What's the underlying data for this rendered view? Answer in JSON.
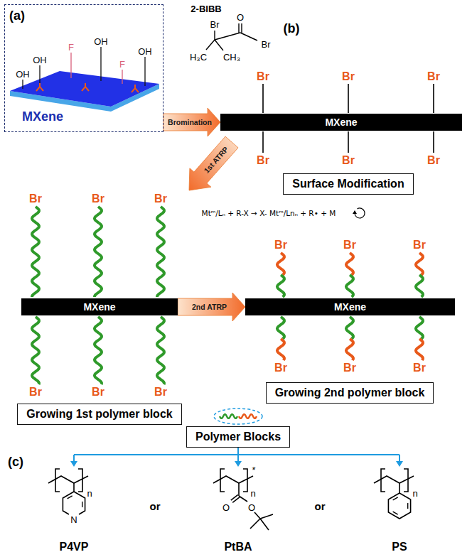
{
  "diagram": {
    "nodes": [
      {
        "text": [
          "MXene"
        ]
      },
      {
        "text": [
          "MXene"
        ]
      },
      {
        "text": [
          "Surface Modification"
        ]
      },
      {
        "text": [
          "MXene"
        ]
      },
      {
        "text": [
          "Growing 1st polymer block"
        ]
      },
      {
        "text": [
          "MXene"
        ]
      },
      {
        "text": [
          "Growing 2nd polymer block"
        ]
      },
      {
        "text": [
          "Polymer Blocks"
        ]
      }
    ],
    "edges": [
      {
        "from": 0,
        "to": 1,
        "arrow": "to",
        "label": "Bromination"
      },
      {
        "from": 3,
        "to": 5,
        "arrow": "to",
        "label": "2nd ATRP"
      }
    ],
    "labels": [
      "(a)",
      "OH",
      "F",
      "OH",
      "OH",
      "F",
      "OH",
      "2-BIBB",
      "Br",
      "O",
      "Br",
      "H₃C",
      "CH₃",
      "(b)",
      "Br",
      "Br",
      "Br",
      "Br",
      "Br",
      "Br",
      "1st ATRP",
      "Mtᵐ/Lₙ + R-X → X- Mtᵐ/Lnₙ + R• + M",
      "Br",
      "Br",
      "Br",
      "Br",
      "Br",
      "Br",
      "Br",
      "Br",
      "Br",
      "Br",
      "Br",
      "Br",
      "(c)",
      "n",
      "N",
      "P4VP",
      "or",
      "*",
      "n",
      "O",
      "O",
      "PtBA",
      "or",
      "n",
      "PS"
    ]
  }
}
